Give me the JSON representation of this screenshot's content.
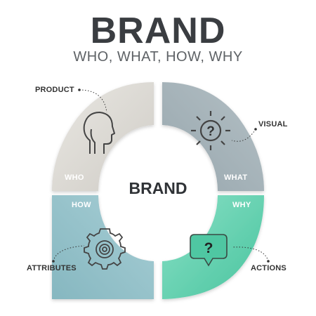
{
  "header": {
    "title": "BRAND",
    "subtitle": "WHO, WHAT, HOW, WHY"
  },
  "center": {
    "label": "BRAND"
  },
  "segments": {
    "who": {
      "label": "WHO",
      "callout": "PRODUCT",
      "icon": "head-profile-icon",
      "color": "#dedcd7"
    },
    "what": {
      "label": "WHAT",
      "callout": "VISUAL",
      "icon": "question-gear-icon",
      "color": "#a6b3b9"
    },
    "how": {
      "label": "HOW",
      "callout": "ATTRIBUTES",
      "icon": "cog-icon",
      "color": "#95c3cb"
    },
    "why": {
      "label": "WHY",
      "callout": "ACTIONS",
      "icon": "question-bubble-icon",
      "color": "#62cfb0"
    }
  }
}
